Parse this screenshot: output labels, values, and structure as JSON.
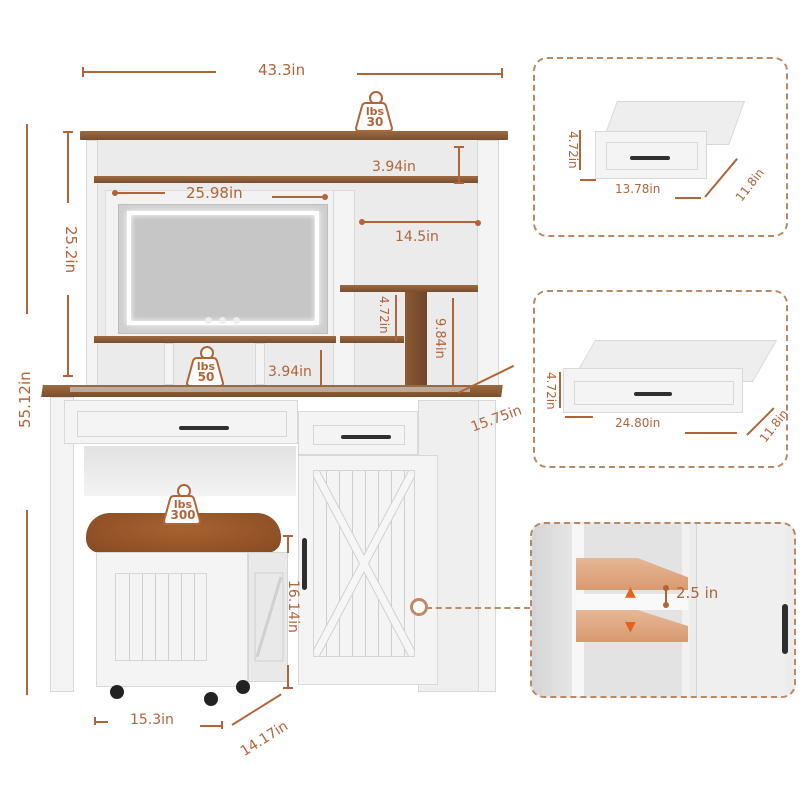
{
  "product": {
    "name": "Vanity desk with hutch, LED mirror, drawers, barn-door cabinet and storage stool",
    "colors": {
      "accent": "#b0643a",
      "wood": "#8a5a35",
      "white": "#f4f4f4",
      "cushion": "#9c5a2a"
    }
  },
  "dimensions": {
    "overall_width": "43.3in",
    "overall_height": "55.12in",
    "hutch_height": "25.2in",
    "top_shelf_gap": "3.94in",
    "mirror_width": "25.98in",
    "right_shelf_width": "14.5in",
    "small_shelf_height": "4.72in",
    "tall_shelf_height": "9.84in",
    "cubby_height": "3.94in",
    "desk_depth": "15.75in",
    "stool_height": "16.14in",
    "stool_width": "15.3in",
    "stool_depth": "14.17in"
  },
  "weights": {
    "hutch_top": {
      "unit": "lbs",
      "value": "30"
    },
    "desktop": {
      "unit": "lbs",
      "value": "50"
    },
    "stool": {
      "unit": "lbs",
      "value": "300"
    }
  },
  "insets": {
    "small_drawer": {
      "height": "4.72in",
      "width": "13.78in",
      "depth": "11.8in"
    },
    "large_drawer": {
      "height": "4.72in",
      "width": "24.80in",
      "depth": "11.8in"
    },
    "adjustable_shelf": {
      "gap": "2.5 in"
    }
  },
  "icons": {
    "weight": "weight-icon",
    "arrow_up": "arrow-up-icon",
    "arrow_down": "arrow-down-icon",
    "callout_dot": "callout-dot-icon"
  }
}
